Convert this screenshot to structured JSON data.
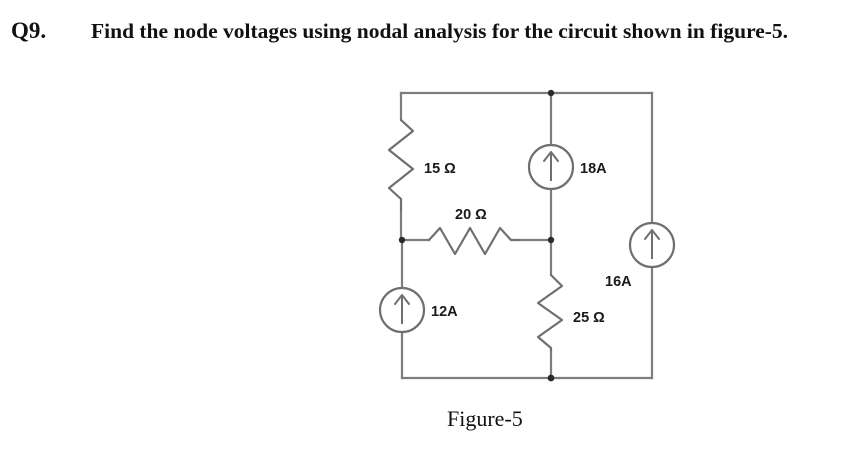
{
  "header": {
    "question_label": "Q9.",
    "question_text": "Find the node voltages using nodal analysis for the circuit shown in figure-5."
  },
  "figure": {
    "caption": "Figure-5"
  },
  "circuit": {
    "stroke_color": "#7d7d7d",
    "label_color": "#1a1a1a",
    "background": "#ffffff",
    "components": [
      {
        "id": "r15",
        "type": "resistor",
        "orientation": "vertical",
        "label": "15 Ω",
        "value": 15,
        "unit": "Ω"
      },
      {
        "id": "r20",
        "type": "resistor",
        "orientation": "horizontal",
        "label": "20 Ω",
        "value": 20,
        "unit": "Ω"
      },
      {
        "id": "r25",
        "type": "resistor",
        "orientation": "vertical",
        "label": "25 Ω",
        "value": 25,
        "unit": "Ω"
      },
      {
        "id": "i18",
        "type": "current-source",
        "direction": "up",
        "label": "18A",
        "value": 18,
        "unit": "A"
      },
      {
        "id": "i16",
        "type": "current-source",
        "direction": "up",
        "label": "16A",
        "value": 16,
        "unit": "A"
      },
      {
        "id": "i12",
        "type": "current-source",
        "direction": "up",
        "label": "12A",
        "value": 12,
        "unit": "A"
      }
    ],
    "labels": {
      "r15": "15 Ω",
      "r20": "20 Ω",
      "r25": "25 Ω",
      "i18": "18A",
      "i16": "16A",
      "i12": "12A"
    }
  }
}
